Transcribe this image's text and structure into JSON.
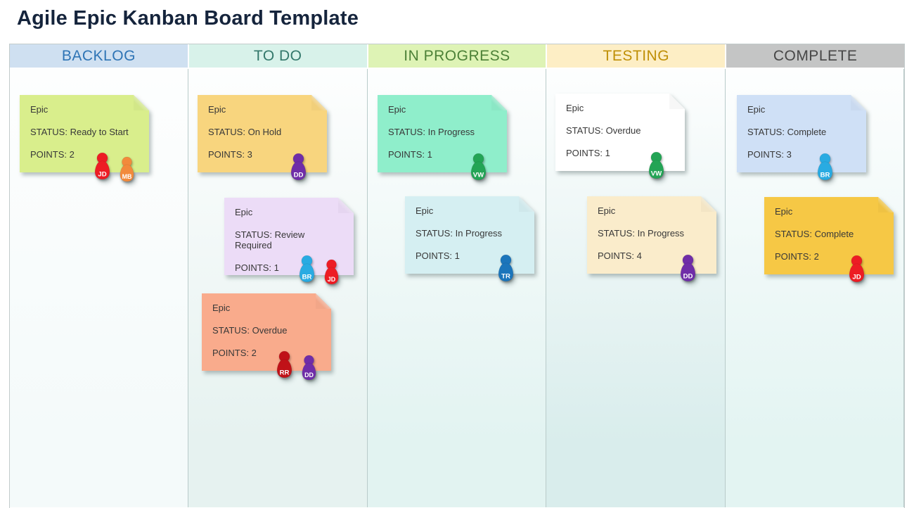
{
  "page": {
    "title": "Agile Epic Kanban Board Template"
  },
  "board": {
    "columns": [
      {
        "label": "BACKLOG",
        "header_bg": "#cfe0f1",
        "header_text": "#2e74b5",
        "body_tint": "#f4fafa"
      },
      {
        "label": "TO DO",
        "header_bg": "#d8f2ea",
        "header_text": "#33786b",
        "body_tint": "#e6f2f0"
      },
      {
        "label": "IN PROGRESS",
        "header_bg": "#def3b5",
        "header_text": "#4c8137",
        "body_tint": "#e2f3f1"
      },
      {
        "label": "TESTING",
        "header_bg": "#fdeec5",
        "header_text": "#bf8f06",
        "body_tint": "#d9edec"
      },
      {
        "label": "COMPLETE",
        "header_bg": "#c4c5c5",
        "header_text": "#474747",
        "body_tint": "#e3f4f2"
      }
    ],
    "cards": [
      {
        "column": "BACKLOG",
        "title": "Epic",
        "status": "STATUS: Ready to Start",
        "points": "POINTS: 2",
        "color": "#d9ee8c",
        "avatars": [
          {
            "initials": "JD",
            "color": "#ed1c24"
          },
          {
            "initials": "MB",
            "color": "#f28a3c"
          }
        ]
      },
      {
        "column": "TO DO",
        "title": "Epic",
        "status": "STATUS: On Hold",
        "points": "POINTS: 3",
        "color": "#f8d57e",
        "avatars": [
          {
            "initials": "DD",
            "color": "#6f2da8"
          }
        ]
      },
      {
        "column": "TO DO",
        "title": "Epic",
        "status": "STATUS: Review Required",
        "points": "POINTS: 1",
        "color": "#ecdcf7",
        "avatars": [
          {
            "initials": "BR",
            "color": "#29abe2"
          },
          {
            "initials": "JD",
            "color": "#ed1c24"
          }
        ]
      },
      {
        "column": "TO DO",
        "title": "Epic",
        "status": "STATUS: Overdue",
        "points": "POINTS: 2",
        "color": "#f9ab8c",
        "avatars": [
          {
            "initials": "RR",
            "color": "#c01218"
          },
          {
            "initials": "DD",
            "color": "#6f2da8"
          }
        ]
      },
      {
        "column": "IN PROGRESS",
        "title": "Epic",
        "status": "STATUS: In Progress",
        "points": "POINTS: 1",
        "color": "#8feecb",
        "avatars": [
          {
            "initials": "VW",
            "color": "#23a455"
          }
        ]
      },
      {
        "column": "IN PROGRESS",
        "title": "Epic",
        "status": "STATUS: In Progress",
        "points": "POINTS: 1",
        "color": "#d5eff2",
        "avatars": [
          {
            "initials": "TR",
            "color": "#1b75bb"
          }
        ]
      },
      {
        "column": "TESTING",
        "title": "Epic",
        "status": "STATUS: Overdue",
        "points": "POINTS: 1",
        "color": "#ffffff",
        "avatars": [
          {
            "initials": "VW",
            "color": "#23a455"
          }
        ]
      },
      {
        "column": "TESTING",
        "title": "Epic",
        "status": "STATUS: In Progress",
        "points": "POINTS: 4",
        "color": "#faeccb",
        "avatars": [
          {
            "initials": "DD",
            "color": "#6f2da8"
          }
        ]
      },
      {
        "column": "COMPLETE",
        "title": "Epic",
        "status": "STATUS: Complete",
        "points": "POINTS: 3",
        "color": "#cfe0f6",
        "avatars": [
          {
            "initials": "BR",
            "color": "#29abe2"
          }
        ]
      },
      {
        "column": "COMPLETE",
        "title": "Epic",
        "status": "STATUS: Complete",
        "points": "POINTS: 2",
        "color": "#f6c845",
        "avatars": [
          {
            "initials": "JD",
            "color": "#ed1c24"
          }
        ]
      }
    ]
  }
}
